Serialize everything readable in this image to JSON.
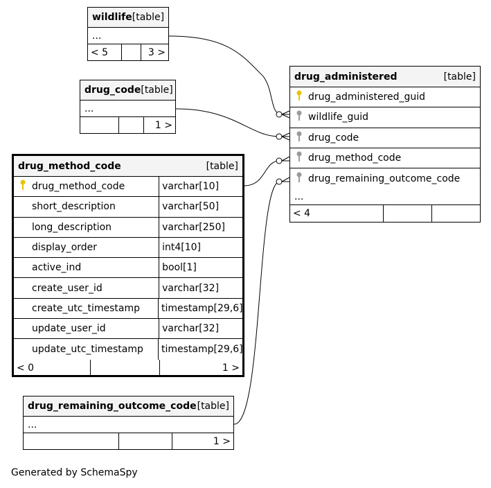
{
  "footer": "Generated by SchemaSpy",
  "tables": {
    "wildlife": {
      "name": "wildlife",
      "type": "[table]",
      "ellipsis": "...",
      "parents": "< 5",
      "children": "3 >"
    },
    "drug_code": {
      "name": "drug_code",
      "type": "[table]",
      "ellipsis": "...",
      "children": "1 >"
    },
    "drug_method_code": {
      "name": "drug_method_code",
      "type": "[table]",
      "columns": [
        {
          "name": "drug_method_code",
          "type": "varchar[10]",
          "pk": true
        },
        {
          "name": "short_description",
          "type": "varchar[50]"
        },
        {
          "name": "long_description",
          "type": "varchar[250]"
        },
        {
          "name": "display_order",
          "type": "int4[10]"
        },
        {
          "name": "active_ind",
          "type": "bool[1]"
        },
        {
          "name": "create_user_id",
          "type": "varchar[32]"
        },
        {
          "name": "create_utc_timestamp",
          "type": "timestamp[29,6]"
        },
        {
          "name": "update_user_id",
          "type": "varchar[32]"
        },
        {
          "name": "update_utc_timestamp",
          "type": "timestamp[29,6]"
        }
      ],
      "parents": "< 0",
      "children": "1 >"
    },
    "drug_remaining_outcome_code": {
      "name": "drug_remaining_outcome_code",
      "type": "[table]",
      "ellipsis": "...",
      "children": "1 >"
    },
    "drug_administered": {
      "name": "drug_administered",
      "type": "[table]",
      "columns": [
        {
          "name": "drug_administered_guid",
          "pk": true
        },
        {
          "name": "wildlife_guid"
        },
        {
          "name": "drug_code"
        },
        {
          "name": "drug_method_code"
        },
        {
          "name": "drug_remaining_outcome_code"
        }
      ],
      "ellipsis": "...",
      "parents": "< 4"
    }
  },
  "icons": {
    "primary_key": "yellow-key-icon",
    "foreign_key": "gray-key-icon"
  },
  "colors": {
    "pk": "#e8c400",
    "fk": "#9a9a9a",
    "header_bg": "#f4f4f4"
  }
}
